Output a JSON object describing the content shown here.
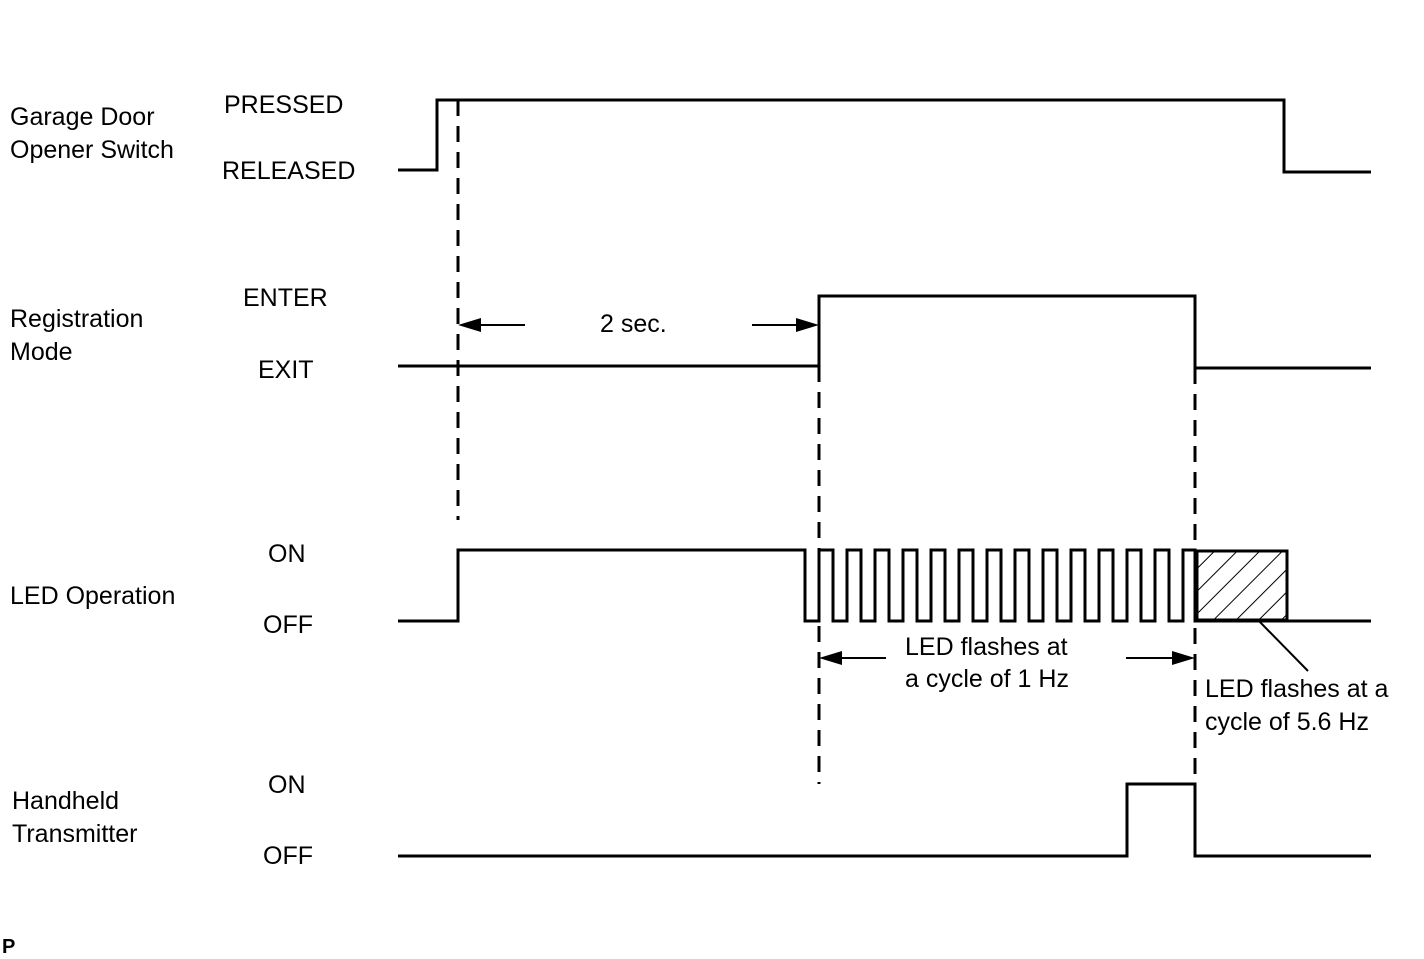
{
  "colors": {
    "background": "#ffffff",
    "line": "#000000"
  },
  "signals": [
    {
      "name": "Garage Door Opener Switch",
      "name_lines": [
        "Garage Door",
        "Opener Switch"
      ],
      "high_state": "PRESSED",
      "low_state": "RELEASED"
    },
    {
      "name": "Registration Mode",
      "name_lines": [
        "Registration",
        "Mode"
      ],
      "high_state": "ENTER",
      "low_state": "EXIT"
    },
    {
      "name": "LED Operation",
      "name_lines": [
        "LED Operation"
      ],
      "high_state": "ON",
      "low_state": "OFF"
    },
    {
      "name": "Handheld Transmitter",
      "name_lines": [
        "Handheld",
        "Transmitter"
      ],
      "high_state": "ON",
      "low_state": "OFF"
    }
  ],
  "annotations": {
    "delay": "2 sec.",
    "flash_slow": [
      "LED flashes at",
      "a cycle of 1 Hz"
    ],
    "flash_fast": [
      "LED flashes at a",
      "cycle of 5.6 Hz"
    ]
  },
  "corner_mark": "P"
}
